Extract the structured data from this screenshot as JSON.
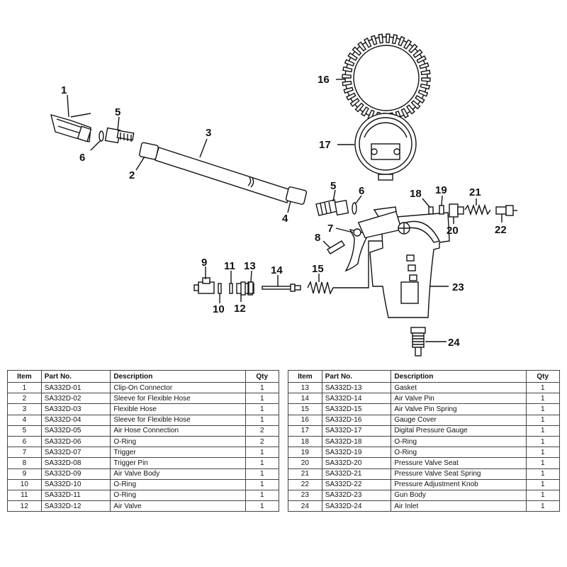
{
  "callouts": [
    "1",
    "2",
    "3",
    "4",
    "5",
    "5",
    "6",
    "6",
    "7",
    "8",
    "9",
    "10",
    "11",
    "12",
    "13",
    "14",
    "15",
    "16",
    "17",
    "18",
    "19",
    "20",
    "21",
    "22",
    "23",
    "24"
  ],
  "table_headers": {
    "item": "Item",
    "part_no": "Part No.",
    "description": "Description",
    "qty": "Qty"
  },
  "table_left": [
    {
      "item": "1",
      "part_no": "SA332D-01",
      "description": "Clip-On Connector",
      "qty": "1"
    },
    {
      "item": "2",
      "part_no": "SA332D-02",
      "description": "Sleeve for Flexible Hose",
      "qty": "1"
    },
    {
      "item": "3",
      "part_no": "SA332D-03",
      "description": "Flexible Hose",
      "qty": "1"
    },
    {
      "item": "4",
      "part_no": "SA332D-04",
      "description": "Sleeve for Flexible Hose",
      "qty": "1"
    },
    {
      "item": "5",
      "part_no": "SA332D-05",
      "description": "Air Hose Connection",
      "qty": "2"
    },
    {
      "item": "6",
      "part_no": "SA332D-06",
      "description": "O-Ring",
      "qty": "2"
    },
    {
      "item": "7",
      "part_no": "SA332D-07",
      "description": "Trigger",
      "qty": "1"
    },
    {
      "item": "8",
      "part_no": "SA332D-08",
      "description": "Trigger Pin",
      "qty": "1"
    },
    {
      "item": "9",
      "part_no": "SA332D-09",
      "description": "Air Valve Body",
      "qty": "1"
    },
    {
      "item": "10",
      "part_no": "SA332D-10",
      "description": "O-Ring",
      "qty": "1"
    },
    {
      "item": "11",
      "part_no": "SA332D-11",
      "description": "O-Ring",
      "qty": "1"
    },
    {
      "item": "12",
      "part_no": "SA332D-12",
      "description": "Air Valve",
      "qty": "1"
    }
  ],
  "table_right": [
    {
      "item": "13",
      "part_no": "SA332D-13",
      "description": "Gasket",
      "qty": "1"
    },
    {
      "item": "14",
      "part_no": "SA332D-14",
      "description": "Air Valve Pin",
      "qty": "1"
    },
    {
      "item": "15",
      "part_no": "SA332D-15",
      "description": "Air Valve Pin Spring",
      "qty": "1"
    },
    {
      "item": "16",
      "part_no": "SA332D-16",
      "description": "Gauge Cover",
      "qty": "1"
    },
    {
      "item": "17",
      "part_no": "SA332D-17",
      "description": "Digital Pressure Gauge",
      "qty": "1"
    },
    {
      "item": "18",
      "part_no": "SA332D-18",
      "description": "O-Ring",
      "qty": "1"
    },
    {
      "item": "19",
      "part_no": "SA332D-19",
      "description": "O-Ring",
      "qty": "1"
    },
    {
      "item": "20",
      "part_no": "SA332D-20",
      "description": "Pressure Valve Seat",
      "qty": "1"
    },
    {
      "item": "21",
      "part_no": "SA332D-21",
      "description": "Pressure Valve Seat Spring",
      "qty": "1"
    },
    {
      "item": "22",
      "part_no": "SA332D-22",
      "description": "Pressure Adjustment Knob",
      "qty": "1"
    },
    {
      "item": "23",
      "part_no": "SA332D-23",
      "description": "Gun Body",
      "qty": "1"
    },
    {
      "item": "24",
      "part_no": "SA332D-24",
      "description": "Air Inlet",
      "qty": "1"
    }
  ]
}
